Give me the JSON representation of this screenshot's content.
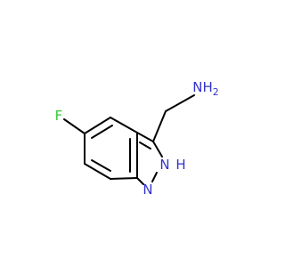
{
  "colors": {
    "bond": "#000000",
    "nitrogen": "#3333cc",
    "fluorine": "#33cc33",
    "background": "#ffffff"
  },
  "atoms": {
    "nh2": "NH",
    "nh2_subscript": "2",
    "fluorine": "F",
    "ring_nh": "N",
    "ring_nh_h": "H",
    "ring_n": "N"
  }
}
